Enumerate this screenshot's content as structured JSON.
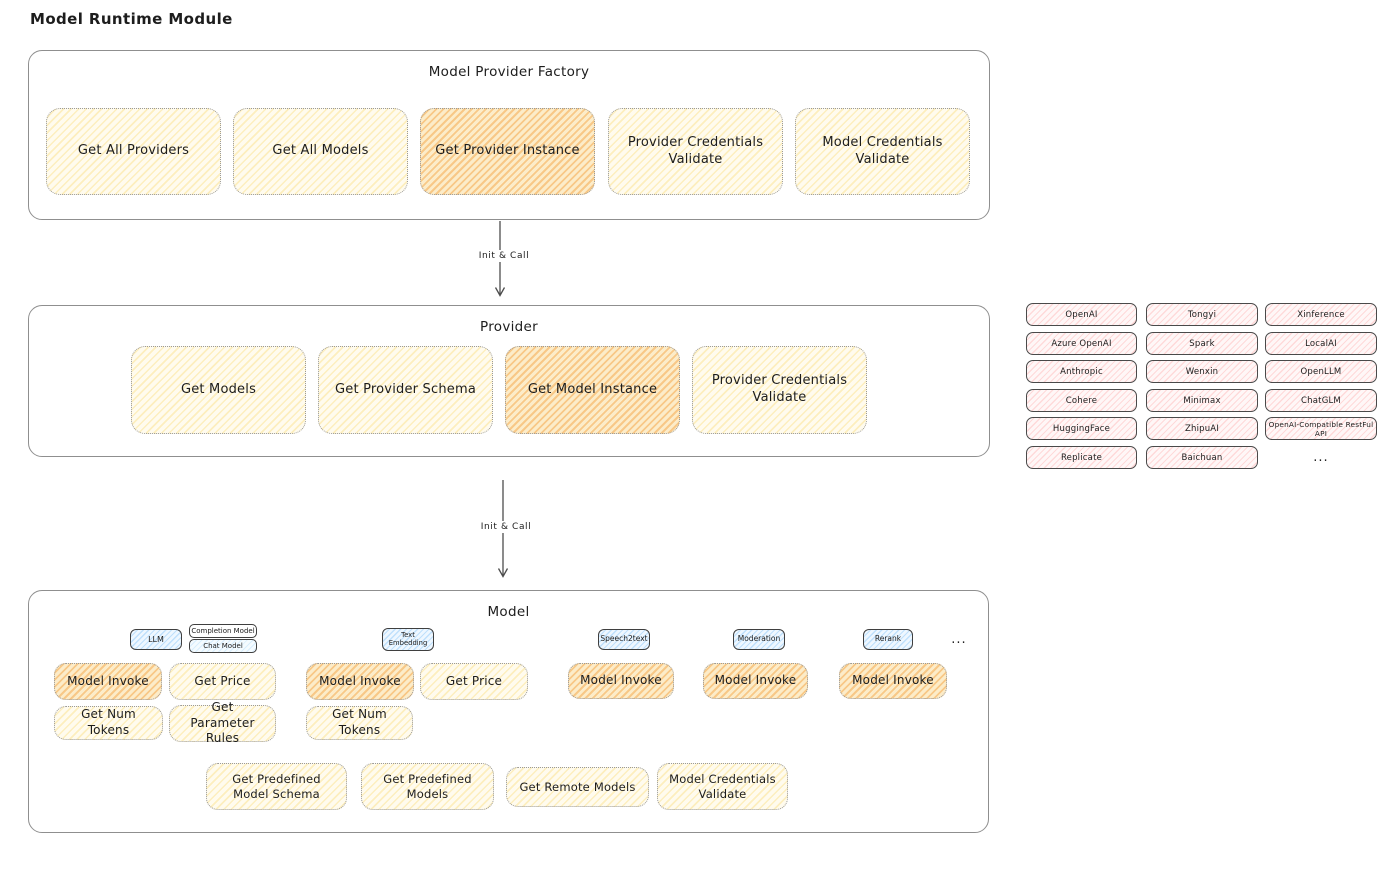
{
  "page_title": "Model Runtime Module",
  "colors": {
    "yellow_fill": "#fffbee",
    "yellow_hatch": "#fadc7d",
    "orange_fill": "#fcecc9",
    "orange_hatch": "#f4ac50",
    "pink_fill": "#fff7f7",
    "pink_hatch": "#ffb9b9",
    "blue_fill": "#eef7ff",
    "blue_hatch": "#90caf9"
  },
  "arrows": [
    {
      "label": "Init & Call"
    },
    {
      "label": "Init & Call"
    }
  ],
  "factory": {
    "title": "Model Provider Factory",
    "buttons": [
      {
        "label": "Get All Providers",
        "highlight": false
      },
      {
        "label": "Get All Models",
        "highlight": false
      },
      {
        "label": "Get Provider Instance",
        "highlight": true
      },
      {
        "label": "Provider Credentials Validate",
        "highlight": false
      },
      {
        "label": "Model Credentials Validate",
        "highlight": false
      }
    ]
  },
  "provider": {
    "title": "Provider",
    "buttons": [
      {
        "label": "Get Models",
        "highlight": false
      },
      {
        "label": "Get Provider Schema",
        "highlight": false
      },
      {
        "label": "Get Model Instance",
        "highlight": true
      },
      {
        "label": "Provider Credentials Validate",
        "highlight": false
      }
    ]
  },
  "providers_list": {
    "columns": [
      [
        "OpenAI",
        "Azure OpenAI",
        "Anthropic",
        "Cohere",
        "HuggingFace",
        "Replicate"
      ],
      [
        "Tongyi",
        "Spark",
        "Wenxin",
        "Minimax",
        "ZhipuAI",
        "Baichuan"
      ],
      [
        "Xinference",
        "LocalAI",
        "OpenLLM",
        "ChatGLM",
        "OpenAI-Compatible RestFul API"
      ]
    ],
    "more": "..."
  },
  "model": {
    "title": "Model",
    "more": "...",
    "types": {
      "llm": "LLM",
      "completion_model": "Completion Model",
      "chat_model": "Chat Model",
      "text_embedding": "Text Embedding",
      "speech2text": "Speech2text",
      "moderation": "Moderation",
      "rerank": "Rerank"
    },
    "actions": {
      "llm": [
        "Model Invoke",
        "Get Price",
        "Get Num Tokens",
        "Get Parameter Rules"
      ],
      "text_embedding": [
        "Model Invoke",
        "Get Price",
        "Get Num Tokens"
      ],
      "speech2text": [
        "Model Invoke"
      ],
      "moderation": [
        "Model Invoke"
      ],
      "rerank": [
        "Model Invoke"
      ],
      "common": [
        "Get Predefined Model Schema",
        "Get Predefined Models",
        "Get Remote Models",
        "Model Credentials Validate"
      ]
    }
  }
}
